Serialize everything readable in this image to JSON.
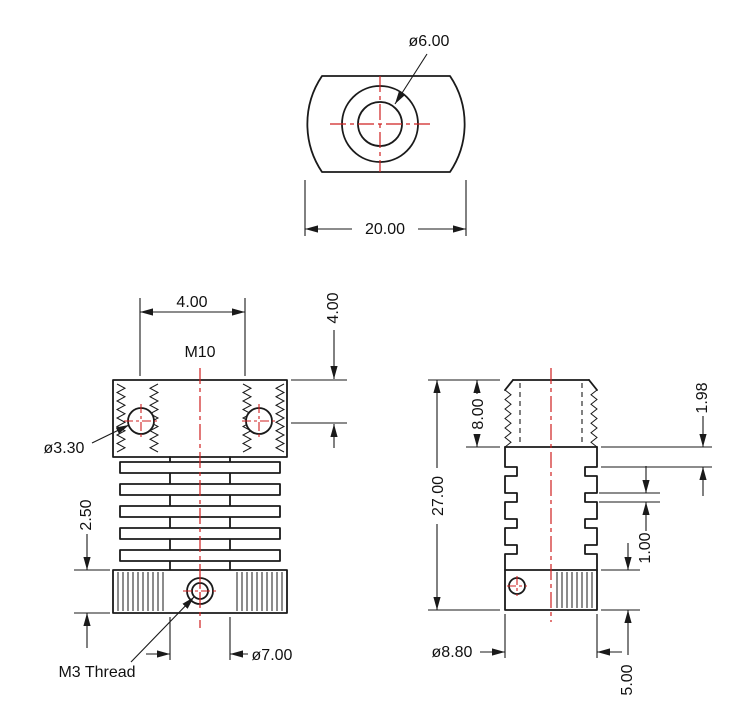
{
  "colors": {
    "outline": "#1a1a1a",
    "dimension": "#1a1a1a",
    "centerline": "#cf2020",
    "background": "#ffffff"
  },
  "views": {
    "top": {
      "labels": {
        "hole_dia": "ø6.00",
        "width": "20.00"
      }
    },
    "front": {
      "labels": {
        "top_width": "4.00",
        "thread": "M10",
        "hole_depth": "4.00",
        "cross_hole_dia": "ø3.30",
        "fin_pitch": "2.50",
        "base_thread": "M3 Thread",
        "boss_dia": "ø7.00"
      }
    },
    "side": {
      "labels": {
        "overall_height": "27.00",
        "thread_length": "8.00",
        "fin_thickness": "1.98",
        "fin_gap": "1.00",
        "body_dia": "ø8.80",
        "base_height": "5.00"
      }
    }
  }
}
